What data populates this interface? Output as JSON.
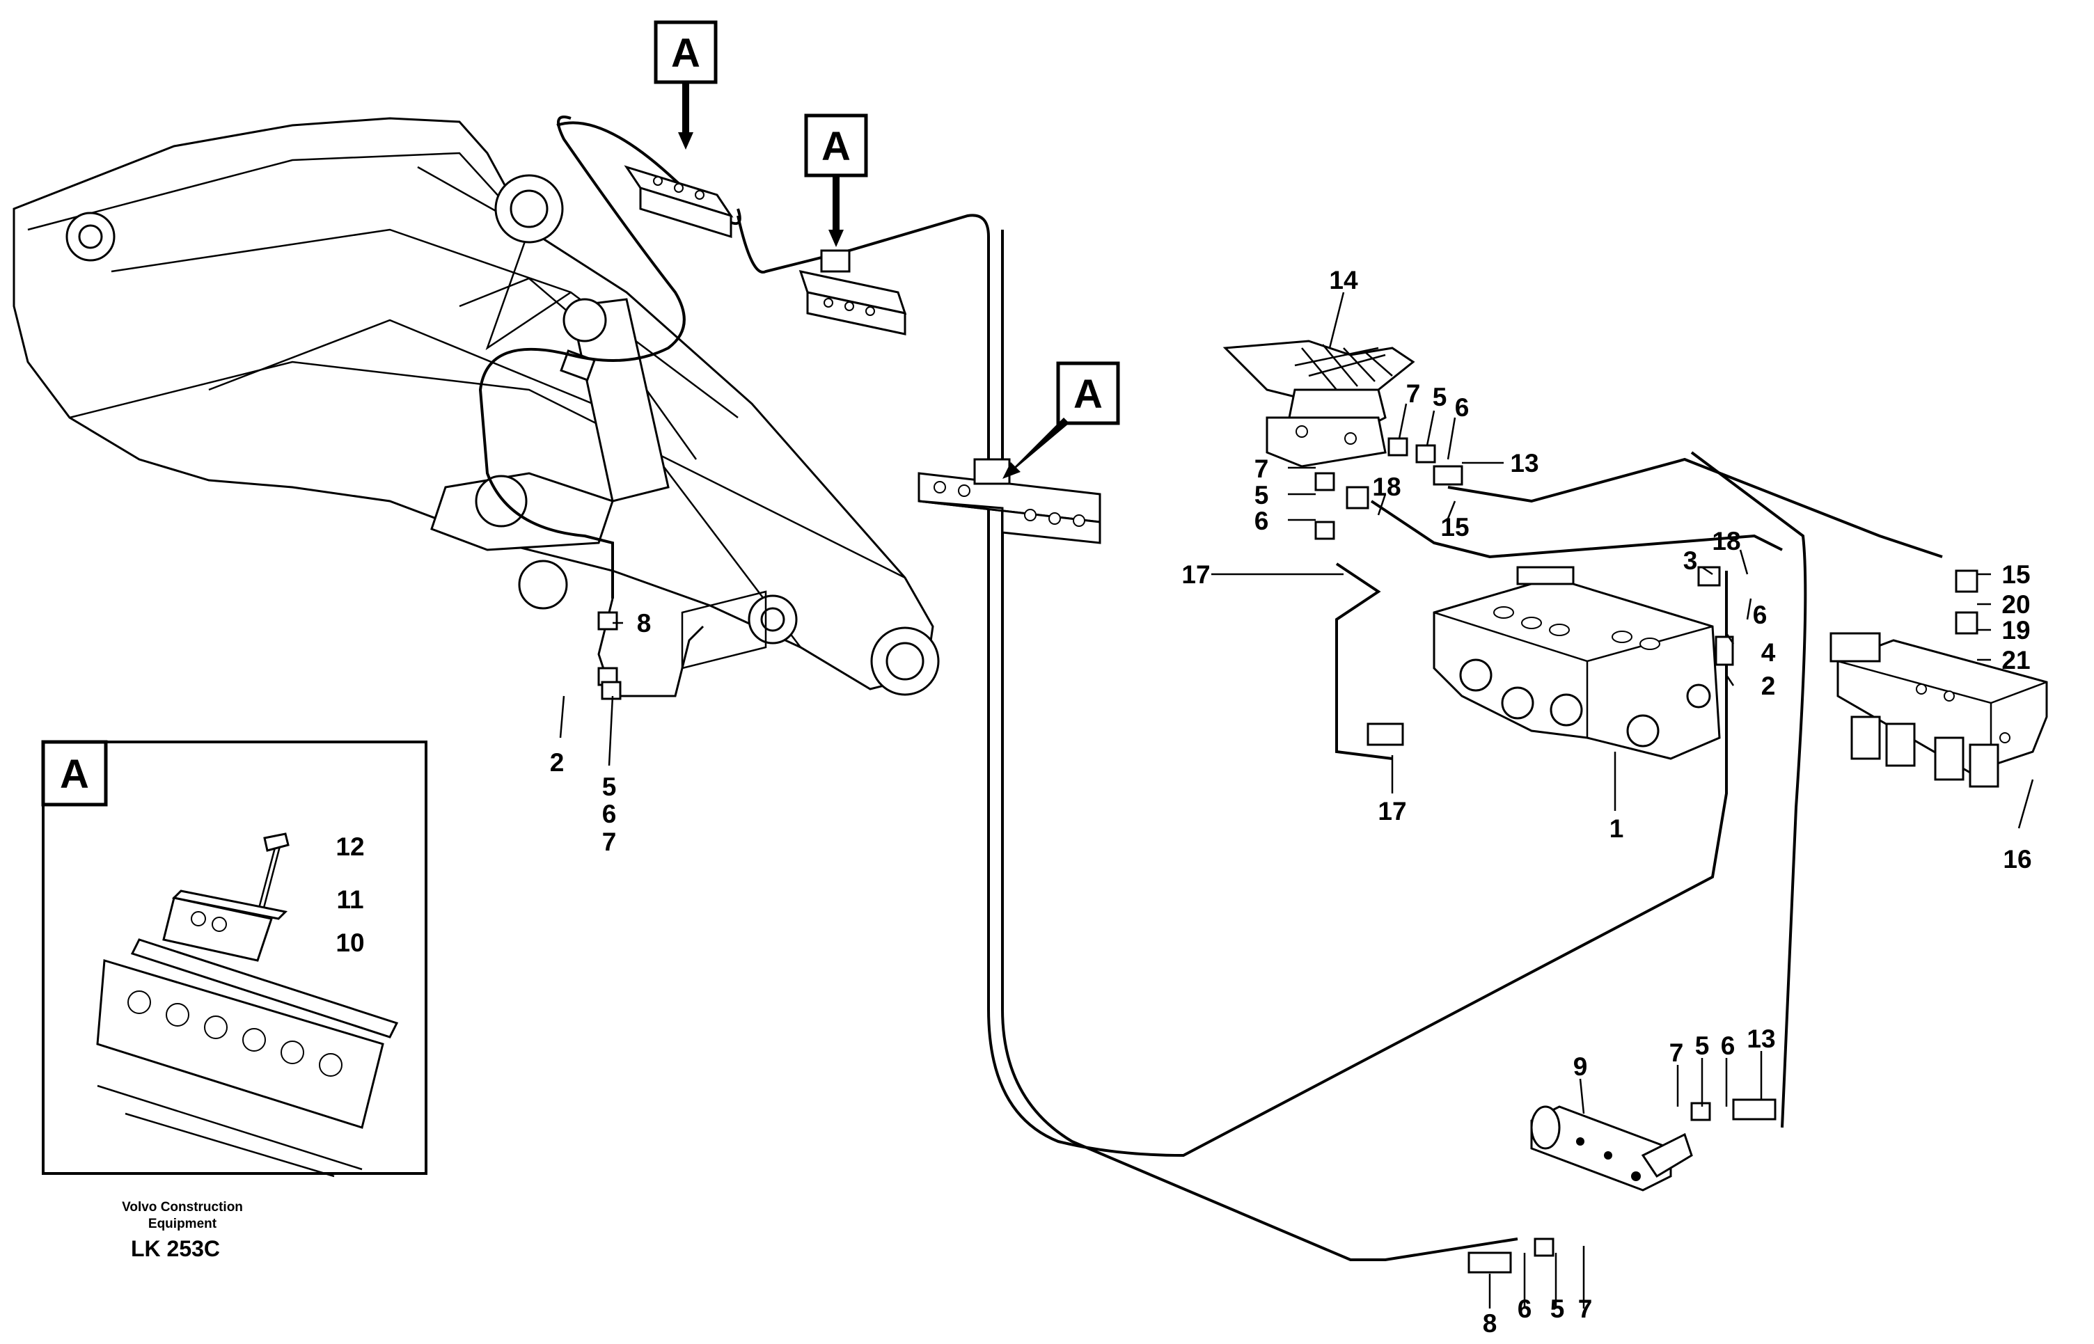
{
  "diagram": {
    "view_marker": "A",
    "inset_label": "A",
    "callouts": {
      "c14": "14",
      "c7_top": "7",
      "c5_top": "5",
      "c6_top": "6",
      "c13_top": "13",
      "c7_left": "7",
      "c5_left": "5",
      "c6_left": "6",
      "c18_mid": "18",
      "c15_mid": "15",
      "c17_top": "17",
      "c3": "3",
      "c18_right": "18",
      "c6_right": "6",
      "c4": "4",
      "c2_right": "2",
      "c15_right": "15",
      "c20": "20",
      "c19": "19",
      "c21": "21",
      "c16": "16",
      "c8_boom": "8",
      "c2_boom": "2",
      "c5_boom": "5",
      "c6_boom": "6",
      "c7_boom": "7",
      "c17_bottom": "17",
      "c1": "1",
      "c12": "12",
      "c11": "11",
      "c10": "10",
      "c9": "9",
      "c7_bottom_upper": "7",
      "c5_bottom_upper": "5",
      "c6_bottom_upper": "6",
      "c13_bottom": "13",
      "c8_bottom": "8",
      "c6_bottom": "6",
      "c5_bottom": "5",
      "c7_bottom": "7"
    },
    "caption": {
      "line1": "Volvo Construction",
      "line2": "Equipment",
      "code": "LK 253C"
    }
  }
}
